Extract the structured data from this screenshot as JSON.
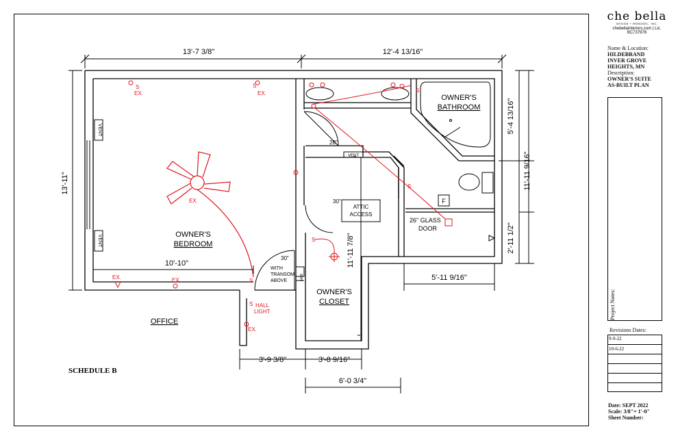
{
  "title_block": {
    "brand_name": "che bella",
    "brand_tagline": "DESIGN + REMODEL, INC.",
    "brand_site": "chebellainteriors.com | Lic. BC737976",
    "name_location_label": "Name & Location:",
    "name_line1": "HILDEBRAND",
    "name_line2": "INVER GROVE",
    "name_line3": "HEIGHTS, MN",
    "description_label": "Description:",
    "description_line1": "OWNER'S SUITE",
    "description_line2": "AS-BUILT PLAN",
    "project_notes_label": "Project Notes:",
    "revisions_label": "Revisions Dates:",
    "revisions": [
      "9-9-22",
      "10-6-22",
      "",
      "",
      "",
      ""
    ],
    "date": "Date: SEPT 2022",
    "scale": "Scale: 3/8\"= 1'-0\"",
    "sheet_number": "Sheet Number:"
  },
  "schedule_label": "SCHEDULE B",
  "rooms": {
    "bedroom_1": "OWNER'S",
    "bedroom_2": "BEDROOM",
    "bathroom_1": "OWNER'S",
    "bathroom_2": "BATHROOM",
    "closet_1": "OWNER'S",
    "closet_2": "CLOSET",
    "office": "OFFICE",
    "attic_1": "ATTIC",
    "attic_2": "ACCESS"
  },
  "dimensions": {
    "top_left": "13'-7 3/8\"",
    "top_right": "12'-4 13/16\"",
    "left": "13'-11\"",
    "bedroom_inner": "10'-10\"",
    "right_upper": "5'-4 13/16\"",
    "right_total": "11'-11 9/16\"",
    "right_lower": "2'-11 1/2\"",
    "bath_lower": "5'-11 9/16\"",
    "closet_height": "11'-11 7/8\"",
    "bottom_a": "3'-9 3/8\"",
    "bottom_b": "3'-8 9/16\"",
    "bottom_total": "6'-0 3/4\""
  },
  "labels": {
    "vent": "VENT",
    "door_28": "28\"",
    "door_30a": "30\"",
    "door_30b": "30\"",
    "transom_1": "WITH",
    "transom_2": "TRANSOM",
    "transom_3": "ABOVE",
    "glass_door_1": "26\" GLASS",
    "glass_door_2": "DOOR",
    "fan_box": "F",
    "ex": "EX.",
    "switch": "S",
    "hall_light_1": "HALL",
    "hall_light_2": "LIGHT",
    "wh": "W/H"
  },
  "colors": {
    "electrical": "#e0141e",
    "lines": "#000000"
  }
}
